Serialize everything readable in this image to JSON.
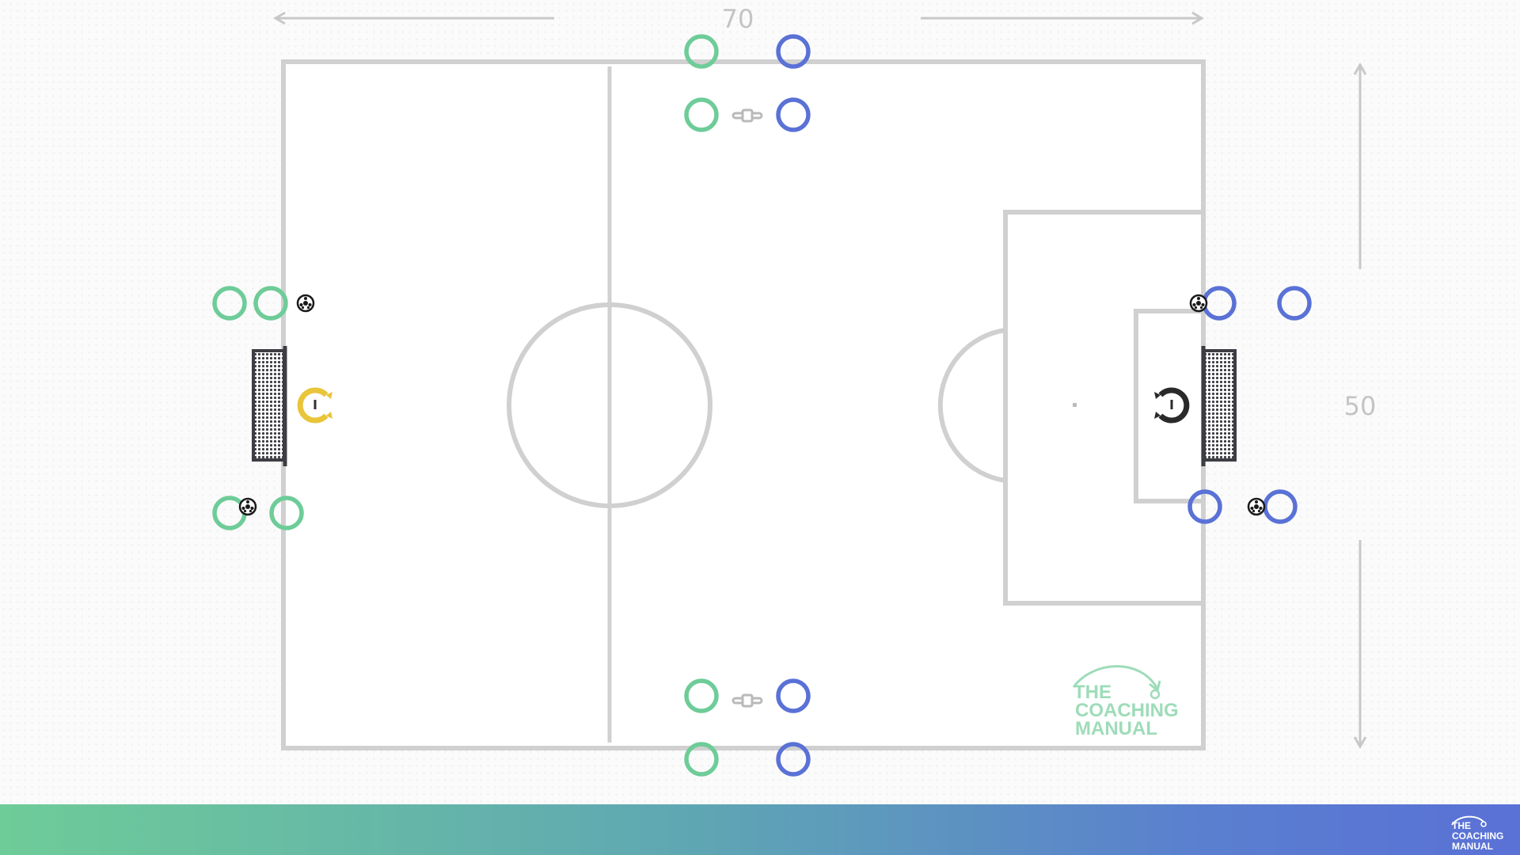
{
  "dimensions": {
    "width_label": "70",
    "height_label": "50"
  },
  "watermark": {
    "line1": "THE",
    "line2": "COACHING",
    "line3": "MANUAL"
  },
  "footer_logo": {
    "line1": "THE",
    "line2": "COACHING",
    "line3": "MANUAL"
  },
  "colors": {
    "pitch_lines": "#d0d0d0",
    "team_green": "#6ecc98",
    "team_blue": "#5a71d6",
    "goalkeeper_yellow": "#e8c53a",
    "goalkeeper_black": "#2a2a2a",
    "goal_frame": "#3d3d44",
    "footer_gradient_start": "#6ecc98",
    "footer_gradient_end": "#5a71d6"
  },
  "icons": [
    "player-icon",
    "football-icon",
    "goalkeeper-icon",
    "goal-icon",
    "mannequin-icon",
    "arrow-icon"
  ]
}
